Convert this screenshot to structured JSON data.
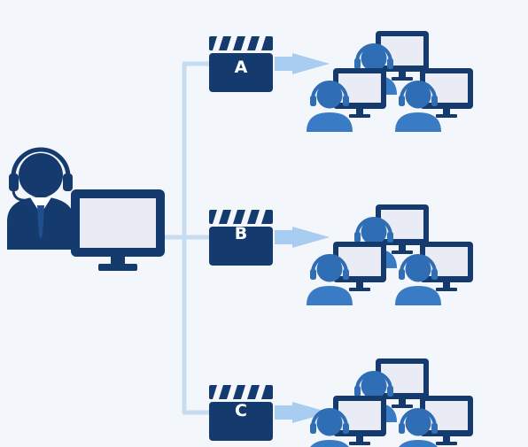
{
  "colors": {
    "background": "#f3f6fa",
    "navy": "#153a6e",
    "navy_dark": "#0f2d57",
    "navy_mid": "#1f4f8f",
    "blue": "#2f6db5",
    "blue_light": "#4a8ad0",
    "connector": "#c6dcf1",
    "arrow": "#a9cdf0",
    "screen": "#e9ecf5"
  },
  "icons": {
    "presenter": "presenter-icon",
    "clapperboard": "clapperboard-icon",
    "viewer_group": "viewer-group-icon"
  },
  "streams": [
    {
      "label": "A"
    },
    {
      "label": "B"
    },
    {
      "label": "C"
    }
  ]
}
